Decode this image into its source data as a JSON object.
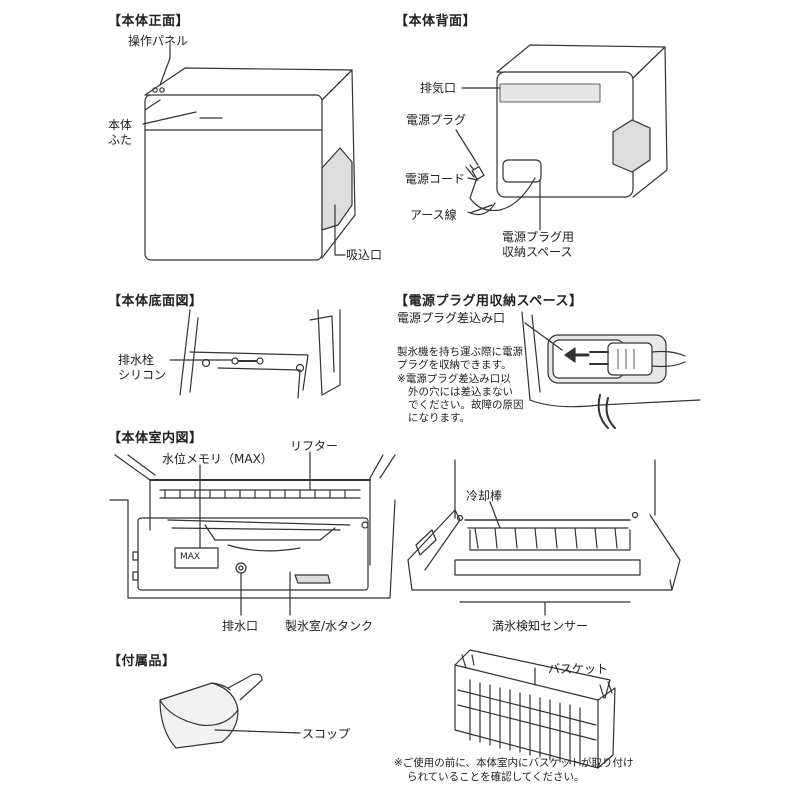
{
  "front": {
    "heading": "【本体正面】",
    "operation_panel": "操作パネル",
    "lid_line1": "本体",
    "lid_line2": "ふた",
    "intake": "吸込口"
  },
  "back": {
    "heading": "【本体背面】",
    "exhaust": "排気口",
    "plug": "電源プラグ",
    "cord": "電源コード",
    "earth": "アース線",
    "storage_line1": "電源プラグ用",
    "storage_line2": "収納スペース"
  },
  "bottom": {
    "heading": "【本体底面図】",
    "drain_plug_line1": "排水栓",
    "drain_plug_line2": "シリコン"
  },
  "plug_space": {
    "heading": "【電源プラグ用収納スペース】",
    "insert_port": "電源プラグ差込み口",
    "note_line1": "製氷機を持ち運ぶ際に電源",
    "note_line2": "プラグを収納できます。",
    "note_line3": "※電源プラグ差込み口以",
    "note_line4": "外の穴には差込まない",
    "note_line5": "でください。故障の原因",
    "note_line6": "になります。"
  },
  "interior": {
    "heading": "【本体室内図】",
    "water_level": "水位メモリ（MAX）",
    "lifter": "リフター",
    "max_mark": "MAX",
    "drain": "排水口",
    "ice_tank": "製氷室/水タンク",
    "cooling_rod": "冷却棒",
    "full_sensor": "満氷検知センサー"
  },
  "accessories": {
    "heading": "【付属品】",
    "scoop": "スコップ",
    "basket": "バスケット",
    "note_line1": "※ご使用の前に、本体室内にバスケットが取り付け",
    "note_line2": "られていることを確認してください。"
  }
}
